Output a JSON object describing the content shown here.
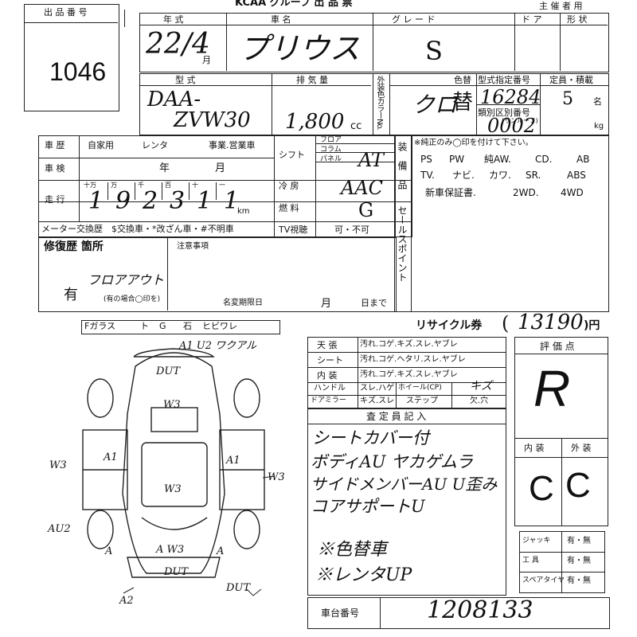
{
  "header": {
    "lot_label": "出 品 番 号",
    "lot_number": "1046",
    "logo": "KCAA グループ 出 品 票",
    "organizer": "主 催 者 用"
  },
  "row1": {
    "year_label": "年 式",
    "year_value": "22/4",
    "month_suffix": "月",
    "model_label": "車 名",
    "model_value": "プリウス",
    "grade_label": "グ レ ー ド",
    "grade_value": "S",
    "door_label": "ド ア",
    "shape_label": "形 状"
  },
  "row2": {
    "type_label": "型 式",
    "type_value_1": "DAA-",
    "type_value_2": "ZVW30",
    "disp_label": "排 気 量",
    "disp_value": "1,800",
    "disp_unit": "cc",
    "color_label": "外装色カラーNo.",
    "color_change_label": "色替",
    "color_value": "クロ",
    "color_change_value": "替",
    "type_number_label": "型式指定番号",
    "type_number_value": "16284",
    "category_label": "類別区別番号",
    "category_note": "(サンルーフ)",
    "category_value": "0002",
    "capacity_label": "定員・積載",
    "capacity_value": "5",
    "capacity_unit": "名",
    "kg_unit": "kg"
  },
  "history": {
    "label": "車 歴",
    "private": "自家用",
    "rental": "レンタ",
    "business": "事業.営業車",
    "inspection_label": "車 検",
    "year": "年",
    "month": "月",
    "mileage_label": "走 行",
    "digit_labels": [
      "十万",
      "万",
      "千",
      "百",
      "十",
      "一"
    ],
    "digits": [
      "1",
      "9",
      "2",
      "3",
      "1",
      "1"
    ],
    "km": "km",
    "meter_label": "メーター交換歴",
    "meter_options": "$交換車・*改ざん車・#不明車"
  },
  "mid": {
    "shift_label": "シフト",
    "shift_options": [
      "フロア",
      "コラム",
      "パネル"
    ],
    "shift_value": "AT",
    "ac_label": "冷 房",
    "ac_value": "AAC",
    "fuel_label": "燃 料",
    "fuel_value": "G",
    "tv_label": "TV視聴",
    "tv_value": "可・不可"
  },
  "equipment": {
    "label": "装備品",
    "note": "※純正のみ◯印を付けて下さい。",
    "line1": [
      "PS",
      "PW",
      "純AW.",
      "CD.",
      "AB"
    ],
    "line2": [
      "TV.",
      "ナビ.",
      "カワ.",
      "SR.",
      "ABS"
    ],
    "line3": [
      "新車保証書.",
      "2WD.",
      "4WD"
    ],
    "sales_label": "セールスポイント"
  },
  "repair": {
    "label": "修復歴 箇所",
    "value": "有",
    "handwritten": "フロアアウト",
    "note": "(有の場合◯印を)",
    "notes_label": "注意事項",
    "deadline": "名変期限日",
    "month": "月",
    "day": "日まで"
  },
  "glass": {
    "items": [
      "Fガラス",
      "ト",
      "G",
      "石",
      "ヒビワレ"
    ]
  },
  "recycle": {
    "label": "リサイクル券",
    "value": "13190",
    "unit": ")円",
    "open": "("
  },
  "condition": {
    "rows": [
      {
        "label": "天 張",
        "options": "汚れ.コゲ.キズ.スレ.ヤブレ"
      },
      {
        "label": "シート",
        "options": "汚れ.コゲ.ヘタリ.スレ.ヤブレ"
      },
      {
        "label": "内 装",
        "options": "汚れ.コゲ.キズ.スレ.ヤブレ"
      }
    ],
    "handle_label": "ハンドル",
    "handle_options": "スレ.ハゲ",
    "wheel_label": "ホイール(CP)",
    "wheel_value": "キズ",
    "mirror_label": "ドアミラー",
    "mirror_options": "キズ.スレ",
    "step_label": "ステップ",
    "step_options": "欠.穴"
  },
  "inspector": {
    "label": "査 定 員 記 入",
    "lines": [
      "シートカバー付",
      "ボディAU ヤカゲムラ",
      "サイドメンバーAU U歪み",
      "コアサポートU"
    ],
    "notes": [
      "※色替車",
      "※レンタUP"
    ]
  },
  "score": {
    "label": "評 価 点",
    "value": "R",
    "interior_label": "内 装",
    "exterior_label": "外 装",
    "interior_value": "C",
    "exterior_value": "C"
  },
  "accessories": [
    {
      "label": "ジャッキ",
      "value": "有・無"
    },
    {
      "label": "工 具",
      "value": "有・無"
    },
    {
      "label": "スペアタイヤ",
      "value": "有・無"
    }
  ],
  "chassis": {
    "label": "車台番号",
    "value": "1208133"
  },
  "diagram_marks": {
    "top": "A1 U2 ワクアル",
    "hood": "DUT",
    "hood2": "W3",
    "left": "W3",
    "left_a": "A1",
    "right_a": "A1",
    "roof": "W3",
    "right_side": "W3",
    "rear_left": "A",
    "rear_mid": "A W3",
    "rear_right": "A",
    "bumper": "DUT",
    "bottom_left": "AU2",
    "bottom": "A2",
    "bottom_right": "DUT"
  }
}
